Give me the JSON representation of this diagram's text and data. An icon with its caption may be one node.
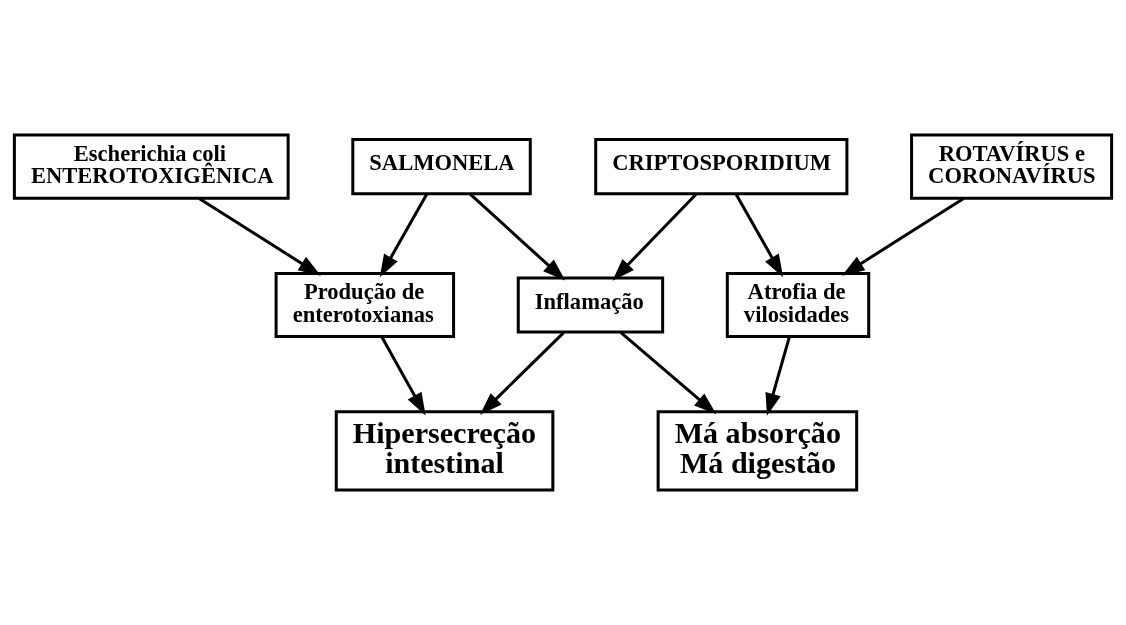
{
  "diagram": {
    "nodes": [
      {
        "text": [
          "Escherichia coli ENTEROTOXIGÊNICA"
        ]
      },
      {
        "text": [
          "CRIPTOSPORIDIUM"
        ]
      },
      {
        "text": [
          "SALMONELA"
        ]
      },
      {
        "text": [
          "ROTAVÍRUS e CORONAVÍRUS"
        ]
      },
      {
        "text": [
          "Produção de enterotoxianas"
        ]
      },
      {
        "text": [
          "Inflamação"
        ]
      },
      {
        "text": [
          "Atrofia de vilosidades"
        ]
      },
      {
        "text": [
          "Hipersecreção intestinal"
        ]
      },
      {
        "text": [
          "Má absorção",
          "Má digestão"
        ]
      }
    ],
    "edges": [
      {
        "from": 0,
        "to": 4,
        "arrow": "to"
      },
      {
        "from": 2,
        "to": 4,
        "arrow": "to"
      },
      {
        "from": 2,
        "to": 5,
        "arrow": "to"
      },
      {
        "from": 1,
        "to": 5,
        "arrow": "to"
      },
      {
        "from": 1,
        "to": 6,
        "arrow": "to"
      },
      {
        "from": 3,
        "to": 6,
        "arrow": "to"
      },
      {
        "from": 4,
        "to": 7,
        "arrow": "to"
      },
      {
        "from": 5,
        "to": 7,
        "arrow": "to"
      },
      {
        "from": 5,
        "to": 8,
        "arrow": "to"
      },
      {
        "from": 6,
        "to": 8,
        "arrow": "to"
      }
    ]
  }
}
